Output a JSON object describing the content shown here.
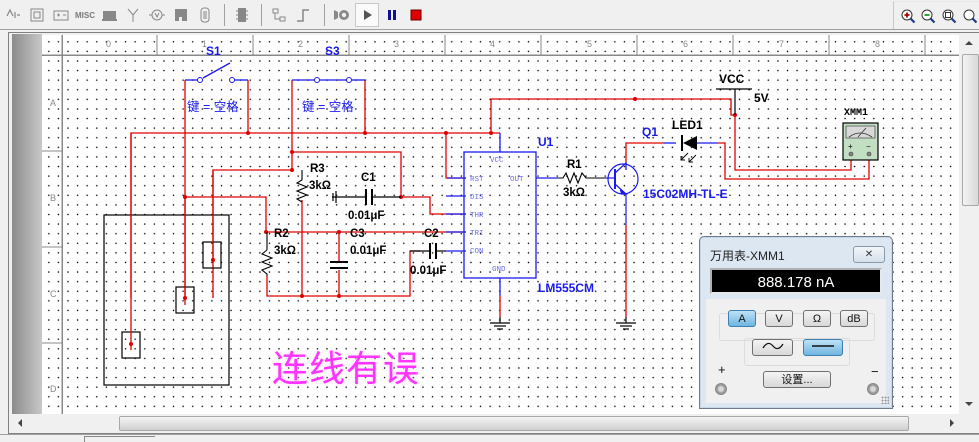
{
  "toolbar": {
    "component_icons": [
      "indicator-icon",
      "misc-digital-icon",
      "power-source-icon",
      "misc-label",
      "peripheral-icon",
      "rf-antenna-icon",
      "electromechanical-icon",
      "mcu-icon",
      "advanced-peripheral-icon"
    ],
    "misc_label": "MISC",
    "simulation": {
      "run_label": "▶",
      "pause_label": "II",
      "stop_label": "■"
    },
    "zoom_icons": [
      "zoom-in-icon",
      "zoom-out-icon",
      "zoom-area-icon",
      "zoom-fit-icon"
    ]
  },
  "rulers": {
    "columns": [
      "0",
      "1",
      "2",
      "3",
      "4",
      "5",
      "6",
      "7",
      "8"
    ],
    "rows": [
      "A",
      "B",
      "C",
      "D"
    ]
  },
  "schematic": {
    "switches": [
      {
        "ref": "S1",
        "key_label": "键 = 空格",
        "state": "open"
      },
      {
        "ref": "S3",
        "key_label": "键 = 空格",
        "state": "closed"
      }
    ],
    "resistors": [
      {
        "ref": "R1",
        "value": "3kΩ"
      },
      {
        "ref": "R2",
        "value": "3kΩ"
      },
      {
        "ref": "R3",
        "value": "3kΩ"
      }
    ],
    "capacitors": [
      {
        "ref": "C1",
        "value": "0.01μF"
      },
      {
        "ref": "C2",
        "value": "0.01μF"
      },
      {
        "ref": "C3",
        "value": "0.01μF"
      }
    ],
    "ic": {
      "ref": "U1",
      "part": "LM555CM",
      "pins": {
        "vcc": "VCC",
        "rst": "RST",
        "out": "OUT",
        "dis": "DIS",
        "thr": "THR",
        "tri": "TRI",
        "con": "CON",
        "gnd": "GND"
      }
    },
    "transistor": {
      "ref": "Q1",
      "part": "15C02MH-TL-E"
    },
    "led": {
      "ref": "LED1"
    },
    "power": {
      "label": "VCC",
      "value": "5V"
    },
    "meter": {
      "ref": "XMM1",
      "plus": "+",
      "minus": "−"
    },
    "annotation": "连线有误"
  },
  "multimeter_dialog": {
    "title": "万用表-XMM1",
    "close_label": "✕",
    "reading": "888.178 nA",
    "mode_buttons": [
      {
        "label": "A",
        "active": true
      },
      {
        "label": "V",
        "active": false
      },
      {
        "label": "Ω",
        "active": false
      },
      {
        "label": "dB",
        "active": false
      }
    ],
    "signal_buttons": [
      {
        "label": "AC",
        "active": false
      },
      {
        "label": "DC",
        "active": true
      }
    ],
    "settings_label": "设置...",
    "plus_label": "+",
    "minus_label": "−"
  },
  "colors": {
    "wire_red": "#e00000",
    "component_blue": "#1a1af0",
    "annotation_magenta": "#ff33ff"
  }
}
